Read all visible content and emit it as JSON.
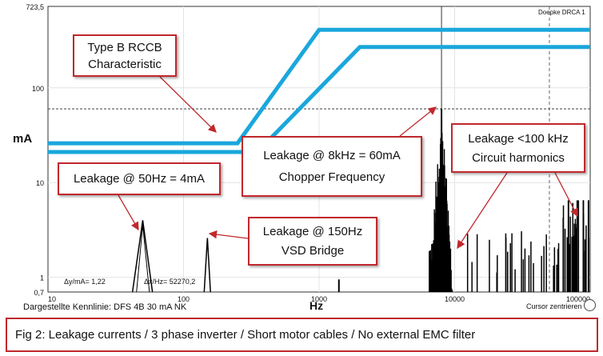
{
  "chart_data": {
    "type": "line",
    "xscale": "log",
    "yscale": "log",
    "xlim": [
      10,
      100000
    ],
    "ylim": [
      0.7,
      723.5
    ],
    "xlabel": "Hz",
    "ylabel": "mA",
    "x_ticks": [
      "10",
      "100",
      "1000",
      "10000",
      "100000"
    ],
    "y_ticks": [
      "723,5",
      "100",
      "10",
      "1",
      "0,7"
    ],
    "grid": true,
    "characteristic_curves": {
      "upper": {
        "x": [
          10,
          250,
          1000,
          100000
        ],
        "y": [
          26,
          26,
          410,
          410
        ]
      },
      "lower": {
        "x": [
          10,
          350,
          2000,
          100000
        ],
        "y": [
          21,
          21,
          270,
          270
        ]
      },
      "color": "#1aa7dc"
    },
    "limit_line": {
      "y": 60,
      "style": "dashed"
    },
    "cursor": {
      "x": 8000
    },
    "spectrum_peaks": [
      {
        "x": 50,
        "y": 4
      },
      {
        "x": 150,
        "y": 2.6
      },
      {
        "x": 8000,
        "y": 60
      }
    ],
    "top_right_label": "Doepke DRCA 1",
    "bottom_info": {
      "delta_y": "Δy/mA= 1,22",
      "delta_x": "Δx/Hz= 52270,2",
      "curve": "Dargestellte Kennlinie: DFS 4B 30 mA NK",
      "cursor_label": "Cursor zentrieren"
    },
    "annotations": [
      {
        "id": "rccb",
        "lines": [
          "Type B RCCB",
          "Characteristic"
        ]
      },
      {
        "id": "50hz",
        "lines": [
          "Leakage @ 50Hz = 4mA"
        ]
      },
      {
        "id": "8khz",
        "lines": [
          "Leakage @ 8kHz = 60mA",
          "Chopper Frequency"
        ]
      },
      {
        "id": "100khz",
        "lines": [
          "Leakage <100 kHz",
          "Circuit harmonics"
        ]
      },
      {
        "id": "150hz",
        "lines": [
          "Leakage @ 150Hz",
          "VSD Bridge"
        ]
      }
    ],
    "caption": "Fig 2:  Leakage currents / 3 phase inverter / Short motor cables / No external EMC filter"
  },
  "colors": {
    "accent": "#c0282d",
    "curve": "#1aa7dc",
    "ink": "#111111"
  }
}
